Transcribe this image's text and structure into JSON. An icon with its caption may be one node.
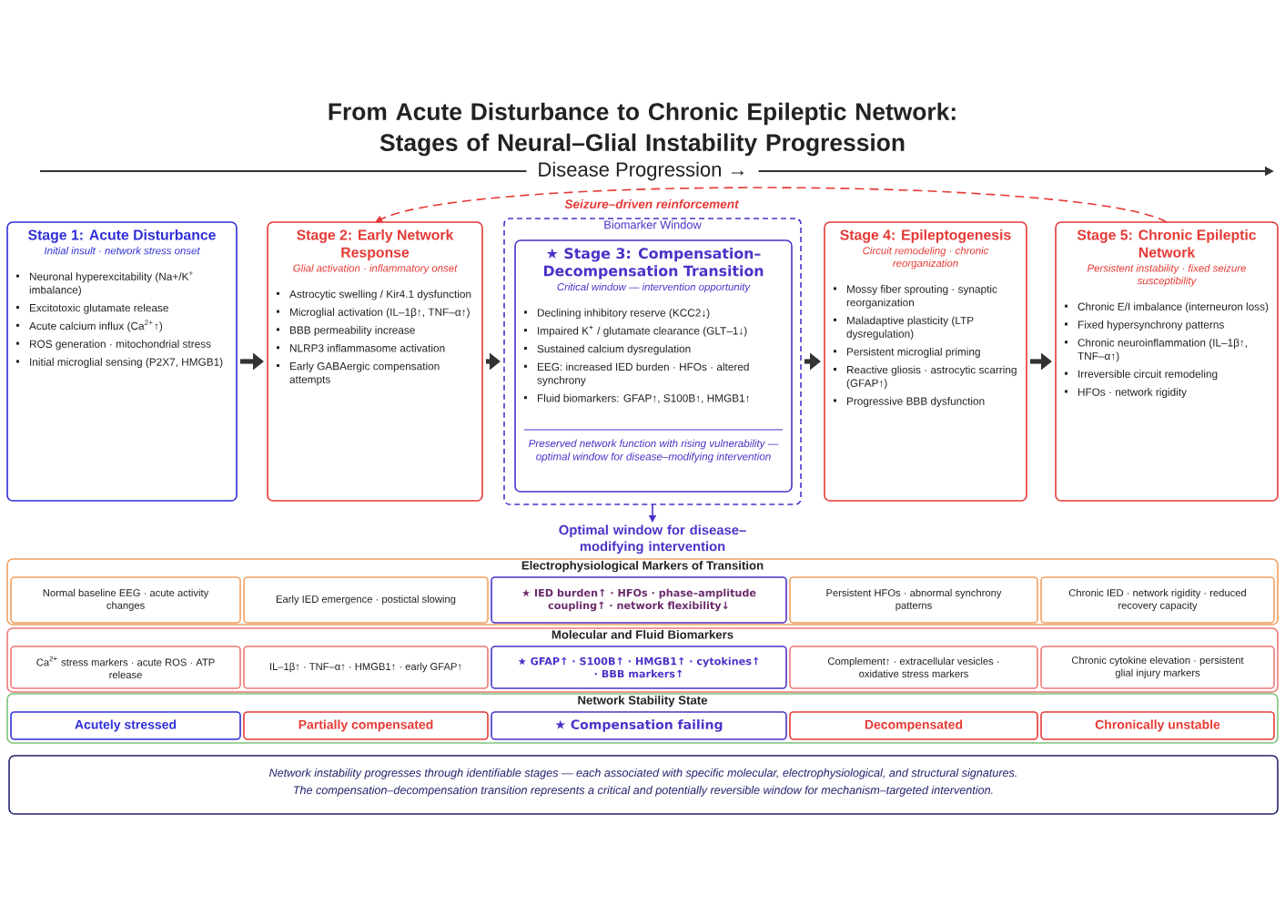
{
  "diagram": {
    "title": "From Acute Disturbance to Chronic Epileptic Network: Stages of Neural–Glial Instability Progression",
    "nodes": [
      {
        "text": [
          "Stage 1: Acute Disturbance",
          "Initial insult · network stress onset",
          "Neuronal hyperexcitability (Na+/K$^{+}$ imbalance)",
          "Excitotoxic glutamate release",
          "Acute calcium influx (Ca$^{2+}$↑)",
          "ROS generation · mitochondrial stress",
          "Initial microglial sensing (P2X7, HMGB1)"
        ]
      },
      {
        "text": [
          "Stage 2: Early Network Response",
          "Glial activation · inflammatory onset",
          "Astrocytic swelling / Kir4.1 dysfunction",
          "Microglial activation (IL–1β↑, TNF–α↑)",
          "BBB permeability increase",
          "NLRP3 inflammasome activation",
          "Early GABAergic compensation attempts"
        ]
      },
      {
        "text": [
          "Biomarker Window"
        ]
      },
      {
        "text": [
          "★ Stage 3: Compensation– Decompensation Transition",
          "Critical window — intervention opportunity",
          "Declining inhibitory reserve (KCC2↓)",
          "Impaired K$^{+}$ / glutamate clearance (GLT–1↓)",
          "Sustained calcium dysregulation",
          "EEG: increased IED burden · HFOs · altered synchrony",
          "Fluid biomarkers: GFAP↑, S100B↑, HMGB1↑",
          "Preserved network function with rising vulnerability — optimal window for disease–modifying intervention"
        ],
        "in": 2
      },
      {
        "text": [
          "Stage 4: Epileptogenesis",
          "Circuit remodeling · chronic reorganization",
          "Mossy fiber sprouting · synaptic reorganization",
          "Maladaptive plasticity (LTP dysregulation)",
          "Persistent microglial priming",
          "Reactive gliosis · astrocytic scarring (GFAP↑)",
          "Progressive BBB dysfunction"
        ]
      },
      {
        "text": [
          "Stage 5: Chronic Epileptic Network",
          "Persistent instability · fixed seizure susceptibility",
          "Chronic E/I imbalance (interneuron loss)",
          "Fixed hypersynchrony patterns",
          "Chronic neuroinflammation (IL–1β↑, TNF–α↑)",
          "Irreversible circuit remodeling",
          "HFOs · network rigidity"
        ]
      },
      {
        "text": [
          "Optimal window for disease–modifying intervention"
        ]
      },
      {
        "text": [
          "Electrophysiological Markers of Transition"
        ]
      },
      {
        "text": [
          "Normal baseline EEG · acute activity changes"
        ],
        "in": 7
      },
      {
        "text": [
          "Early IED emergence · postictal slowing"
        ],
        "in": 7
      },
      {
        "text": [
          "★ IED burden↑ · HFOs · phase–amplitude coupling↑ · network flexibility↓"
        ],
        "in": 7
      },
      {
        "text": [
          "Persistent HFOs · abnormal synchrony patterns"
        ],
        "in": 7
      },
      {
        "text": [
          "Chronic IED · network rigidity · reduced recovery capacity"
        ],
        "in": 7
      },
      {
        "text": [
          "Molecular and Fluid Biomarkers"
        ]
      },
      {
        "text": [
          "Ca$^{2+}$ stress markers · acute ROS · ATP release"
        ],
        "in": 13
      },
      {
        "text": [
          "IL–1β↑ · TNF–α↑ · HMGB1↑ · early GFAP↑"
        ],
        "in": 13
      },
      {
        "text": [
          "★ GFAP↑ · S100B↑ · HMGB1↑ · cytokines↑ · BBB markers↑"
        ],
        "in": 13
      },
      {
        "text": [
          "Complement↑ · extracellular vesicles · oxidative stress markers"
        ],
        "in": 13
      },
      {
        "text": [
          "Chronic cytokine elevation · persistent glial injury markers"
        ],
        "in": 13
      },
      {
        "text": [
          "Network Stability State"
        ]
      },
      {
        "text": [
          "Acutely stressed"
        ],
        "in": 19
      },
      {
        "text": [
          "Partially compensated"
        ],
        "in": 19
      },
      {
        "text": [
          "★ Compensation failing"
        ],
        "in": 19
      },
      {
        "text": [
          "Decompensated"
        ],
        "in": 19
      },
      {
        "text": [
          "Chronically unstable"
        ],
        "in": 19
      },
      {
        "text": [
          "Network instability progresses through identifiable stages — each associated with specific molecular, electrophysiological, and structural signatures.",
          "The compensation–decompensation transition represents a critical and potentially reversible window for mechanism–targeted intervention."
        ]
      }
    ],
    "edges": [
      {
        "from": 0,
        "to": 1,
        "arrow": "to"
      },
      {
        "from": 1,
        "to": 2,
        "arrow": "to"
      },
      {
        "from": 2,
        "to": 4,
        "arrow": "to"
      },
      {
        "from": 4,
        "to": 5,
        "arrow": "to"
      },
      {
        "from": 5,
        "to": 1,
        "arrow": "to",
        "label": "Seizure–driven reinforcement",
        "style": "dashed",
        "color": "#e53935"
      },
      {
        "from": 2,
        "to": 6,
        "arrow": "to",
        "color": "#4b32c8"
      }
    ],
    "labels": [
      "Disease Progression →"
    ]
  }
}
